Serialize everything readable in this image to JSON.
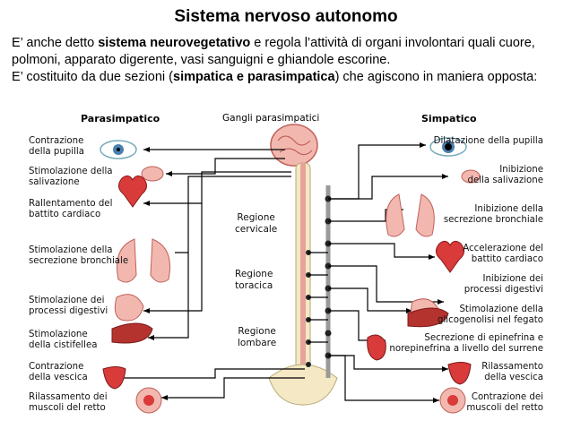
{
  "title": "Sistema nervoso autonomo",
  "intro": {
    "p1_a": "E’ anche detto ",
    "p1_b": "sistema neurovegetativo",
    "p1_c": " e regola l’attività di organi involontari quali cuore, polmoni, apparato digerente, vasi sanguigni e ghiandole escorine.",
    "p2_a": "E’ costituito da due sezioni (",
    "p2_b": "simpatica e parasimpatica",
    "p2_c": ") che agiscono in maniera opposta:"
  },
  "diagram": {
    "left_header": "Parasimpatico",
    "center_header": "Gangli parasimpatici",
    "right_header": "Simpatico",
    "regions": {
      "cervical": [
        "Regione",
        "cervicale"
      ],
      "thoracic": [
        "Regione",
        "toracica"
      ],
      "lumbar": [
        "Regione",
        "lombare"
      ]
    },
    "left_labels": [
      [
        "Contrazione",
        "della pupilla"
      ],
      [
        "Stimolazione della",
        "salivazione"
      ],
      [
        "Rallentamento del",
        "battito cardiaco"
      ],
      [
        "Stimolazione della",
        "secrezione bronchiale"
      ],
      [
        "Stimolazione dei",
        "processi digestivi"
      ],
      [
        "Stimolazione",
        "della cistifellea"
      ],
      [
        "Contrazione",
        "della vescica"
      ],
      [
        "Rilassamento dei",
        "muscoli del retto"
      ]
    ],
    "right_labels": [
      [
        "Dilatazione della pupilla"
      ],
      [
        "Inibizione",
        "della salivazione"
      ],
      [
        "Inibizione della",
        "secrezione bronchiale"
      ],
      [
        "Accelerazione del",
        "battito cardiaco"
      ],
      [
        "Inibizione dei",
        "processi digestivi"
      ],
      [
        "Stimolazione della",
        "glicogenolisi nel fegato"
      ],
      [
        "Secrezione di epinefrina e",
        "norepinefrina a livello del surrene"
      ],
      [
        "Rilassamento",
        "della vescica"
      ],
      [
        "Contrazione dei",
        "muscoli del retto"
      ]
    ],
    "colors": {
      "organ_red": "#d93a3a",
      "organ_pink": "#f2b8b0",
      "spine_cream": "#f4e9c4",
      "line": "#000000"
    }
  }
}
